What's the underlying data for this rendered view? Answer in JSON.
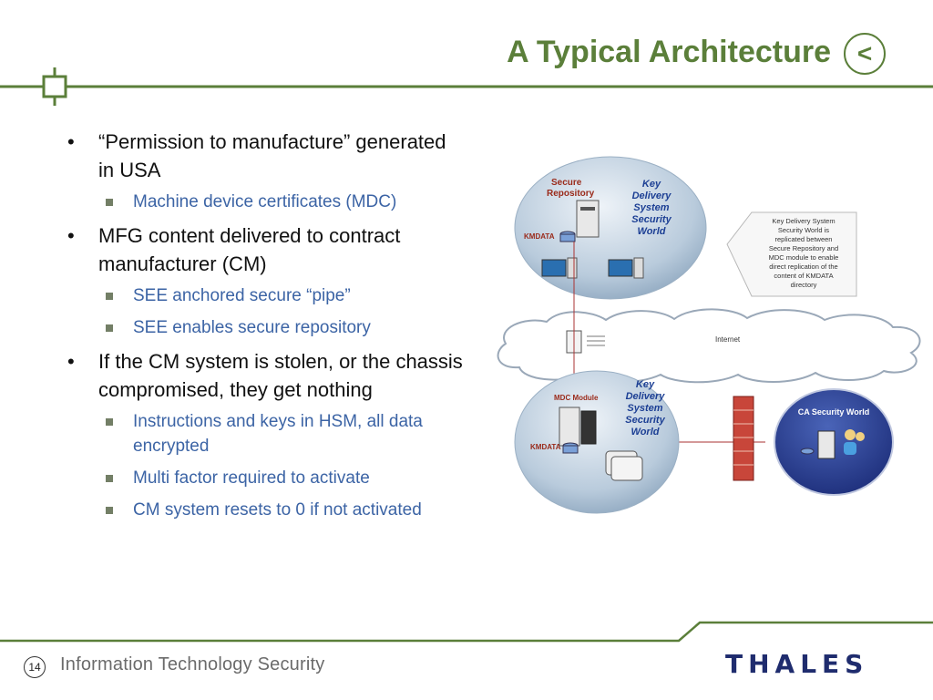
{
  "slide": {
    "title": "A Typical Architecture",
    "nav_symbol": "<",
    "accent_color": "#5b7f3a"
  },
  "bullets": [
    {
      "text": "“Permission to manufacture” generated in USA",
      "subs": [
        "Machine device certificates (MDC)"
      ]
    },
    {
      "text": "MFG content delivered to contract manufacturer (CM)",
      "subs": [
        "SEE anchored secure “pipe”",
        "SEE enables secure repository"
      ]
    },
    {
      "text": "If the CM system is stolen, or the chassis compromised, they get nothing",
      "subs": [
        "Instructions and keys in HSM, all data encrypted",
        "Multi factor required to activate",
        "CM system resets to 0 if not activated"
      ]
    }
  ],
  "diagram": {
    "top_world": {
      "label_line1": "Secure",
      "label_line2": "Repository",
      "kmdata": "KMDATA",
      "world_lines": [
        "Key",
        "Delivery",
        "System",
        "Security",
        "World"
      ]
    },
    "callout_lines": [
      "Key Delivery System",
      "Security World is",
      "replicated between",
      "Secure Repository and",
      "MDC module to enable",
      "direct replication of the",
      "content of KMDATA",
      "directory"
    ],
    "internet": "Internet",
    "bottom_world": {
      "label": "MDC Module",
      "kmdata": "KMDATA",
      "world_lines": [
        "Key",
        "Delivery",
        "System",
        "Security",
        "World"
      ]
    },
    "ca_world": "CA Security World"
  },
  "footer": {
    "page_number": "14",
    "text": "Information Technology Security",
    "logo": "THALES"
  }
}
